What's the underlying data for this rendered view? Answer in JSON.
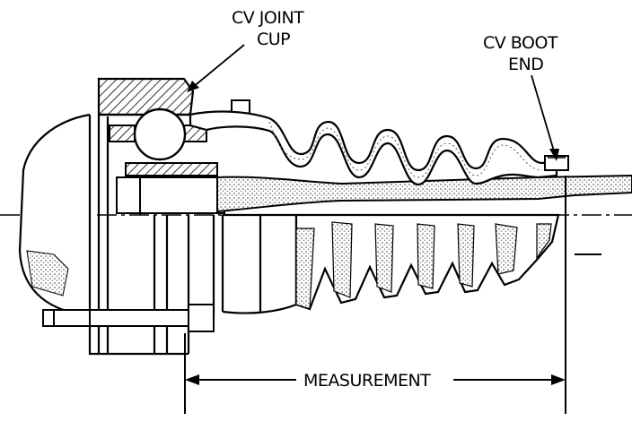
{
  "labels": {
    "cv_joint_line1": "CV JOINT",
    "cv_joint_line2": "CUP",
    "cv_boot_line1": "CV BOOT",
    "cv_boot_line2": "END",
    "measurement": "MEASUREMENT"
  },
  "colors": {
    "ink": "#000000",
    "background": "#ffffff",
    "stipple": "#7a7a7a"
  }
}
